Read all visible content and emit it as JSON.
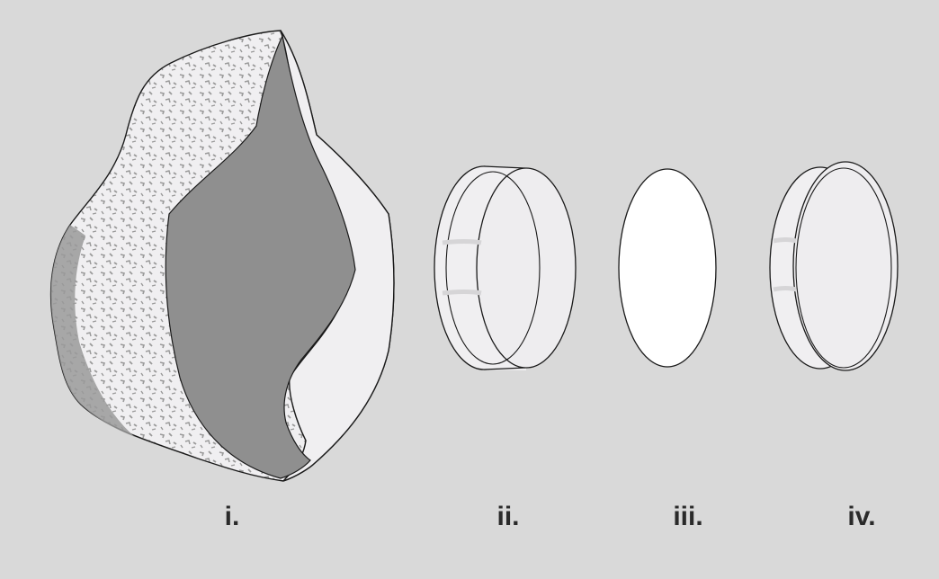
{
  "figure": {
    "labels": [
      "i.",
      "ii.",
      "iii.",
      "iv."
    ]
  },
  "colors": {
    "background": "#d9d9d9",
    "outline": "#1a1a1a",
    "inner_cut": "#8f8f8f",
    "light_surface": "#f0eff1",
    "texture": "#9a9a9a",
    "lens": "#ffffff"
  },
  "objects": [
    {
      "label_index": 0,
      "icon": "stone-cross-section-icon"
    },
    {
      "label_index": 1,
      "icon": "thick-disc-icon"
    },
    {
      "label_index": 2,
      "icon": "flat-oval-icon"
    },
    {
      "label_index": 3,
      "icon": "thin-disc-icon"
    }
  ]
}
